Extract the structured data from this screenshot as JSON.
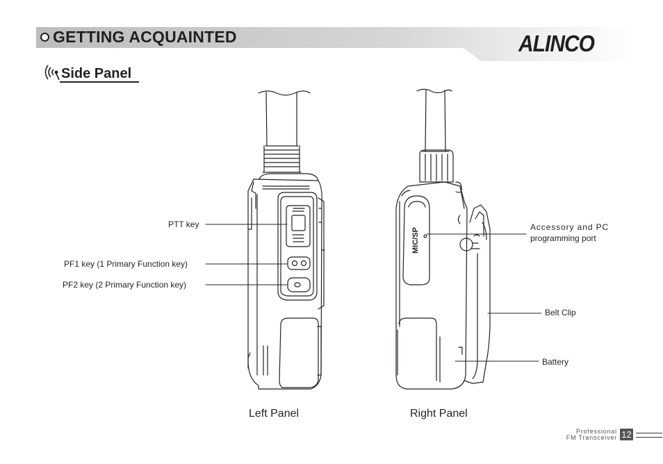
{
  "header": {
    "title": "GETTING ACQUAINTED",
    "brand": "ALINCO"
  },
  "section": {
    "title": "Side Panel"
  },
  "callouts": {
    "ptt": "PTT key",
    "pf1": "PF1 key (1 Primary Function key)",
    "pf2": "PF2 key (2 Primary Function key)",
    "accessory_line1": "Accessory and PC",
    "accessory_line2": "programming port",
    "belt_clip": "Belt Clip",
    "battery": "Battery",
    "mic_sp": "MIC/SP"
  },
  "captions": {
    "left": "Left Panel",
    "right": "Right Panel"
  },
  "footer": {
    "line1": "Professional",
    "line2": "FM Transceiver",
    "page": "12"
  }
}
